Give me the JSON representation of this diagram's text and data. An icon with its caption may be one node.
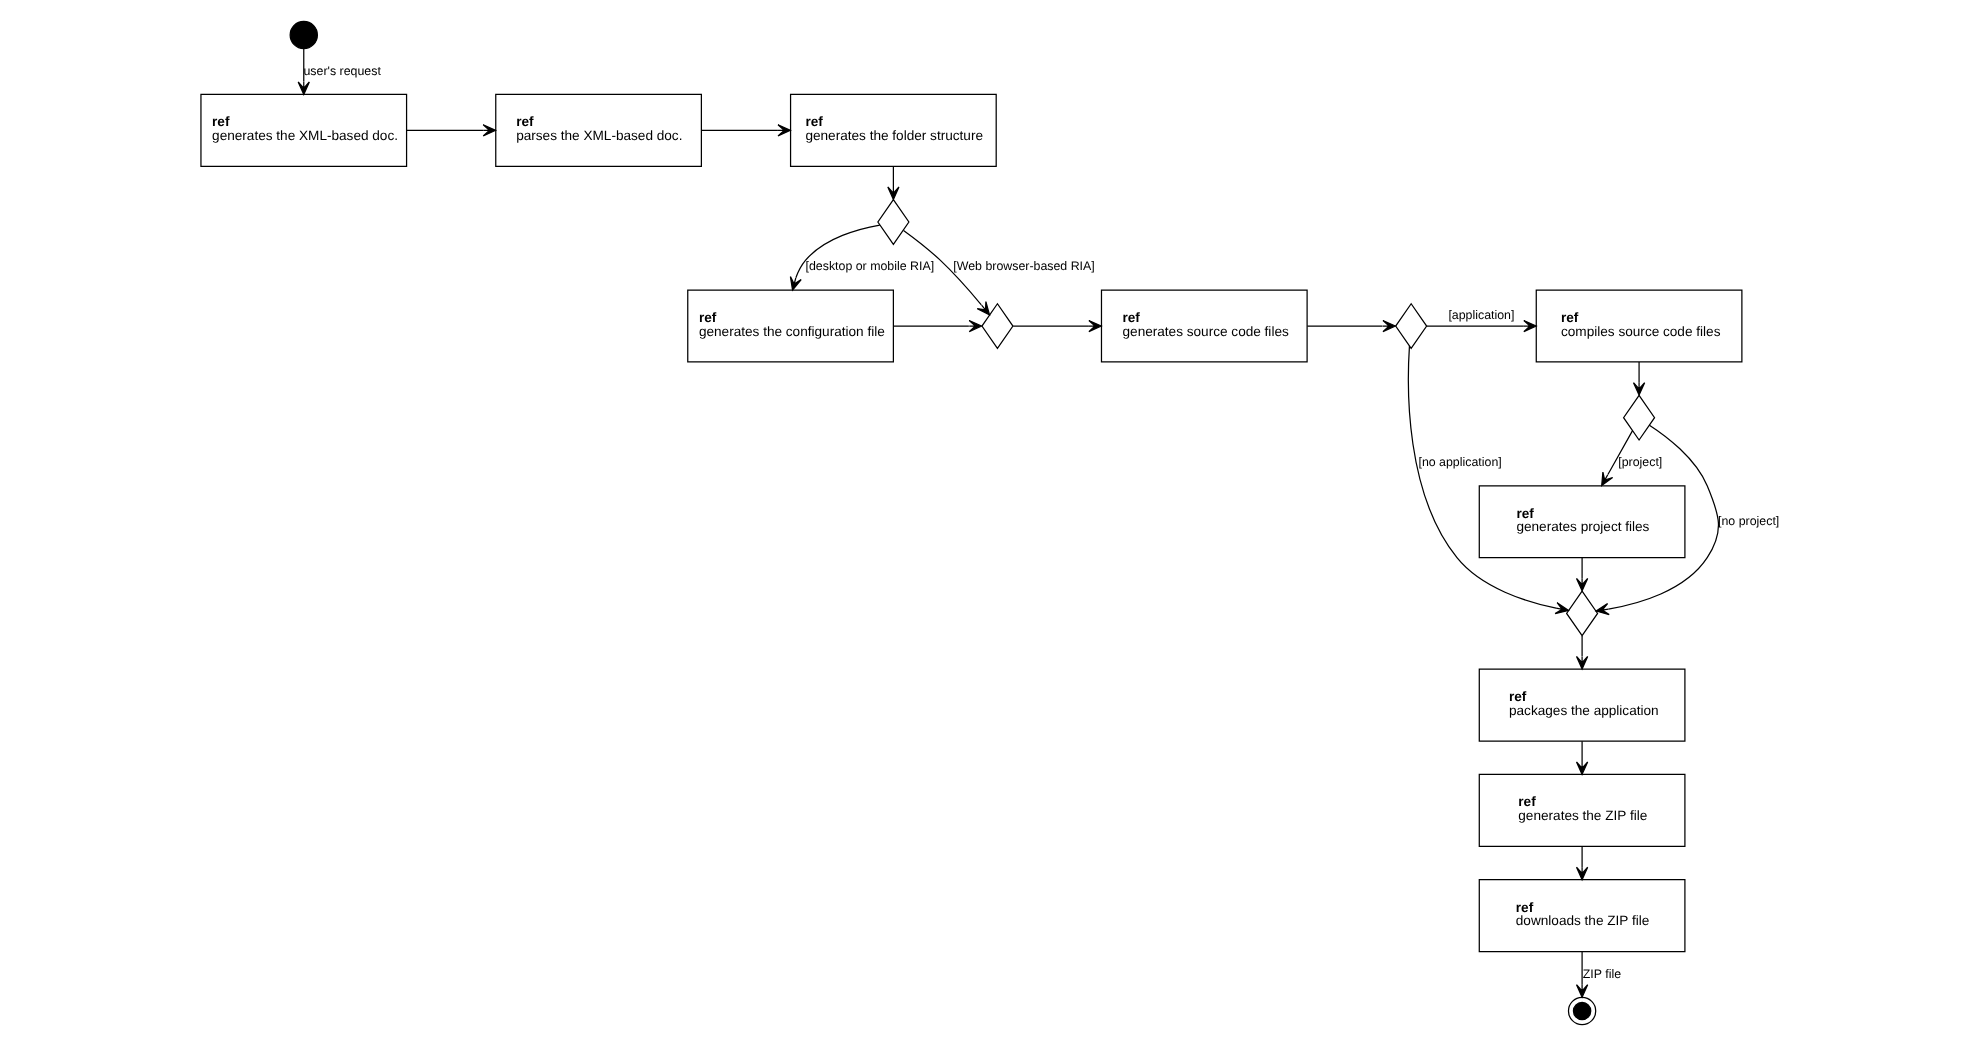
{
  "diagram": {
    "nodes": [
      {
        "text": [],
        "shape": "circle"
      },
      {
        "text": [
          "ref",
          "generates the XML-based doc."
        ]
      },
      {
        "text": [
          "ref",
          "parses the XML-based doc."
        ]
      },
      {
        "text": [
          "ref",
          "generates the folder structure"
        ]
      },
      {
        "text": [],
        "shape": "diamond"
      },
      {
        "text": [
          "ref",
          "generates the configuration file"
        ]
      },
      {
        "text": [],
        "shape": "diamond"
      },
      {
        "text": [
          "ref",
          "generates source code files"
        ]
      },
      {
        "text": [],
        "shape": "diamond"
      },
      {
        "text": [
          "ref",
          "compiles source code files"
        ]
      },
      {
        "text": [],
        "shape": "diamond"
      },
      {
        "text": [
          "ref",
          "generates project files"
        ]
      },
      {
        "text": [],
        "shape": "diamond"
      },
      {
        "text": [
          "ref",
          "packages the application"
        ]
      },
      {
        "text": [
          "ref",
          "generates the ZIP file"
        ]
      },
      {
        "text": [
          "ref",
          "downloads the ZIP file"
        ]
      },
      {
        "text": [],
        "shape": "circle"
      }
    ],
    "edges": [
      {
        "from": 0,
        "to": 1,
        "arrow": "to",
        "label": "user's request"
      },
      {
        "from": 1,
        "to": 2,
        "arrow": "to"
      },
      {
        "from": 2,
        "to": 3,
        "arrow": "to"
      },
      {
        "from": 3,
        "to": 4,
        "arrow": "to"
      },
      {
        "from": 4,
        "to": 6,
        "arrow": "to",
        "label": "[Web browser-based RIA]"
      },
      {
        "from": 4,
        "to": 5,
        "arrow": "to",
        "label": "[desktop or mobile RIA]"
      },
      {
        "from": 5,
        "to": 6,
        "arrow": "to"
      },
      {
        "from": 6,
        "to": 7,
        "arrow": "to"
      },
      {
        "from": 7,
        "to": 8,
        "arrow": "to"
      },
      {
        "from": 8,
        "to": 9,
        "arrow": "to",
        "label": "[application]"
      },
      {
        "from": 8,
        "to": 12,
        "arrow": "to",
        "label": "[no application]"
      },
      {
        "from": 9,
        "to": 10,
        "arrow": "to"
      },
      {
        "from": 10,
        "to": 11,
        "arrow": "to",
        "label": "[project]"
      },
      {
        "from": 10,
        "to": 12,
        "arrow": "to",
        "label": "[no project]"
      },
      {
        "from": 11,
        "to": 12,
        "arrow": "to"
      },
      {
        "from": 12,
        "to": 13,
        "arrow": "to"
      },
      {
        "from": 13,
        "to": 14,
        "arrow": "to"
      },
      {
        "from": 14,
        "to": 15,
        "arrow": "to"
      },
      {
        "from": 15,
        "to": 16,
        "arrow": "to",
        "label": "ZIP file"
      }
    ]
  }
}
